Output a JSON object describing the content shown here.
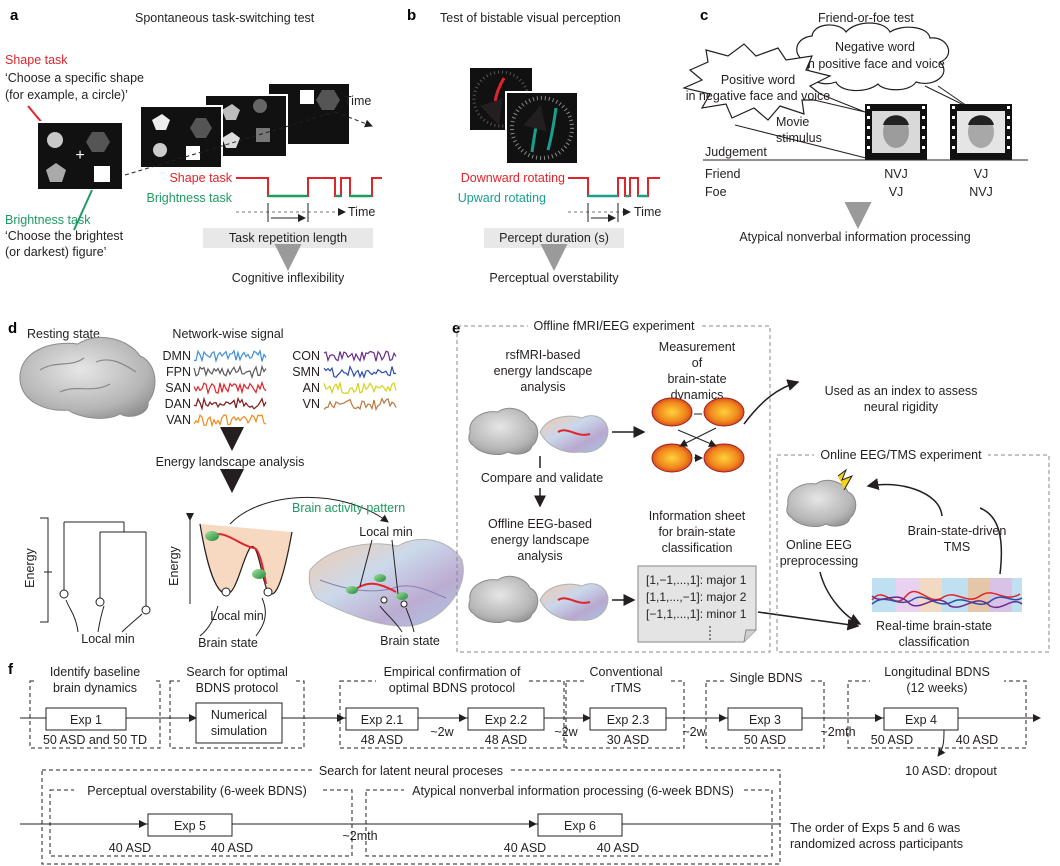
{
  "panels": {
    "a": {
      "letter": "a",
      "title": "Spontaneous task-switching test",
      "shape_task_label": "Shape task",
      "shape_task_desc": [
        "‘Choose a specific shape",
        "(for example, a circle)’"
      ],
      "brightness_task_label": "Brightness task",
      "brightness_task_desc": [
        "‘Choose the brightest",
        "(or darkest) figure’"
      ],
      "time_label": "Time",
      "trace_shape": "Shape task",
      "trace_brightness": "Brightness task",
      "trace_time": "Time",
      "measure_box": "Task repetition length",
      "outcome": "Cognitive inflexibility"
    },
    "b": {
      "letter": "b",
      "title": "Test of bistable visual perception",
      "trace_down": "Downward rotating",
      "trace_up": "Upward rotating",
      "trace_time": "Time",
      "measure_box": "Percept duration (s)",
      "outcome": "Perceptual overstability"
    },
    "c": {
      "letter": "c",
      "title": "Friend-or-foe test",
      "bubble_left": [
        "Positive word",
        "in negative face and voice"
      ],
      "bubble_right": [
        "Negative word",
        "in positive face and voice"
      ],
      "movie_label": [
        "Movie",
        "stimulus"
      ],
      "judgement": "Judgement",
      "rows": [
        {
          "label": "Friend",
          "col1": "NVJ",
          "col2": "VJ"
        },
        {
          "label": "Foe",
          "col1": "VJ",
          "col2": "NVJ"
        }
      ],
      "outcome": "Atypical nonverbal information processing"
    },
    "d": {
      "letter": "d",
      "resting_state": "Resting state",
      "network_title": "Network-wise signal",
      "networks_left": [
        "DMN",
        "FPN",
        "SAN",
        "DAN",
        "VAN"
      ],
      "networks_right": [
        "CON",
        "SMN",
        "AN",
        "VN"
      ],
      "network_colors_left": [
        "#3b8fd6",
        "#5a5a5a",
        "#e0242b",
        "#7a1a1a",
        "#f08a1c"
      ],
      "network_colors_right": [
        "#6a2b8a",
        "#2a4fa8",
        "#d6d21a",
        "#b87a3a"
      ],
      "energy_landscape": "Energy landscape analysis",
      "energy_axis": "Energy",
      "energy_axis2": "Energy",
      "local_min_1": "Local min",
      "local_min_2": "Local min",
      "local_min_3": "Local min",
      "brain_state_1": "Brain state",
      "brain_state_2": "Brain state",
      "brain_activity": "Brain activity pattern"
    },
    "e": {
      "letter": "e",
      "offline_title": "Offline fMRI/EEG experiment",
      "rsfmri": [
        "rsfMRI-based",
        "energy landscape",
        "analysis"
      ],
      "measurement": [
        "Measurement",
        "of",
        "brain-state",
        "dynamics"
      ],
      "used_as": [
        "Used as an index to assess",
        "neural rigidity"
      ],
      "compare": "Compare and validate",
      "offline_eeg": [
        "Offline EEG-based",
        "energy landscape",
        "analysis"
      ],
      "info_sheet": [
        "Information sheet",
        "for brain-state",
        "classification"
      ],
      "sheet_rows": [
        "[1,−1,...,1]: major 1",
        "[1,1,...,−1]: major 2",
        "[−1,1,...,1]: minor 1"
      ],
      "online_title": "Online EEG/TMS experiment",
      "online_eeg": [
        "Online EEG",
        "preprocessing"
      ],
      "brain_tms": [
        "Brain-state-driven",
        "TMS"
      ],
      "realtime": [
        "Real-time brain-state",
        "classification"
      ]
    },
    "f": {
      "letter": "f",
      "stages": [
        {
          "title": [
            "Identify baseline",
            "brain dynamics"
          ]
        },
        {
          "title": [
            "Search for optimal",
            "BDNS protocol"
          ]
        },
        {
          "title": [
            "Empirical confirmation of",
            "optimal BDNS protocol"
          ]
        },
        {
          "title": [
            "Conventional",
            "rTMS"
          ]
        },
        {
          "title": [
            "Single BDNS"
          ]
        },
        {
          "title": [
            "Longitudinal BDNS",
            "(12 weeks)"
          ]
        }
      ],
      "exps": [
        {
          "name": "Exp 1",
          "sub": "50 ASD and 50 TD"
        },
        {
          "name": "Numerical",
          "name2": "simulation"
        },
        {
          "name": "Exp 2.1",
          "sub": "48 ASD"
        },
        {
          "name": "Exp 2.2",
          "sub": "48 ASD"
        },
        {
          "name": "Exp 2.3",
          "sub": "30 ASD"
        },
        {
          "name": "Exp 3",
          "sub": "50 ASD"
        },
        {
          "name": "Exp 4",
          "sub_l": "50 ASD",
          "sub_r": "40 ASD"
        }
      ],
      "gaps": [
        "~2w",
        "~2w",
        "~2w",
        "~2mth"
      ],
      "dropout": "10 ASD: dropout",
      "latent": "Search for latent neural proceses",
      "perceptual": "Perceptual overstability (6-week BDNS)",
      "atypical": "Atypical nonverbal information processing (6-week BDNS)",
      "exp5": {
        "name": "Exp 5",
        "sub_l": "40 ASD",
        "sub_r": "40 ASD"
      },
      "exp6": {
        "name": "Exp 6",
        "sub_l": "40 ASD",
        "sub_r": "40 ASD"
      },
      "gap_mid": "~2mth",
      "note": [
        "The order of Exps 5 and 6 was",
        "randomized across participants"
      ]
    }
  }
}
